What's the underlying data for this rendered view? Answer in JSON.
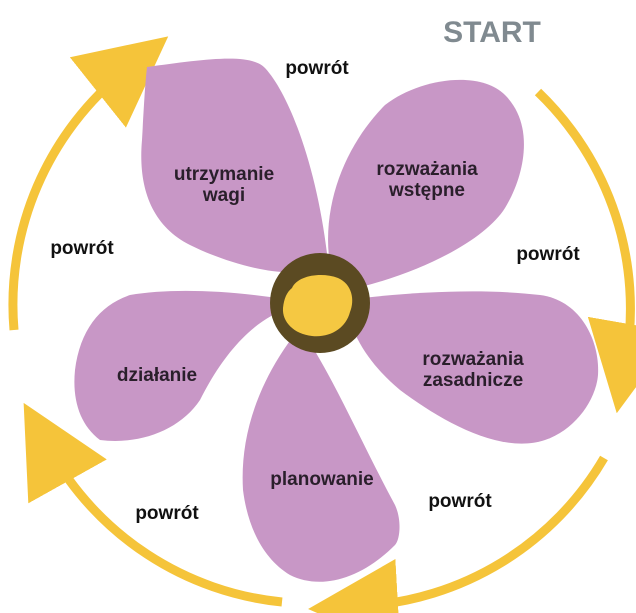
{
  "start_label": "START",
  "stages": {
    "maintenance": [
      "utrzymanie",
      "wagi"
    ],
    "precontemplation": [
      "rozważania",
      "wstępne"
    ],
    "contemplation": [
      "rozważania",
      "zasadnicze"
    ],
    "preparation": [
      "planowanie"
    ],
    "action": [
      "działanie"
    ]
  },
  "return_labels": {
    "top": "powrót",
    "right": "powrót",
    "bottom_right": "powrót",
    "bottom_left": "powrót",
    "left": "powrót"
  },
  "colors": {
    "petal": "#c897c6",
    "center_ring": "#5b4a22",
    "center_fill": "#f5c842",
    "arrow": "#f5c43a",
    "start": "#808a90"
  }
}
